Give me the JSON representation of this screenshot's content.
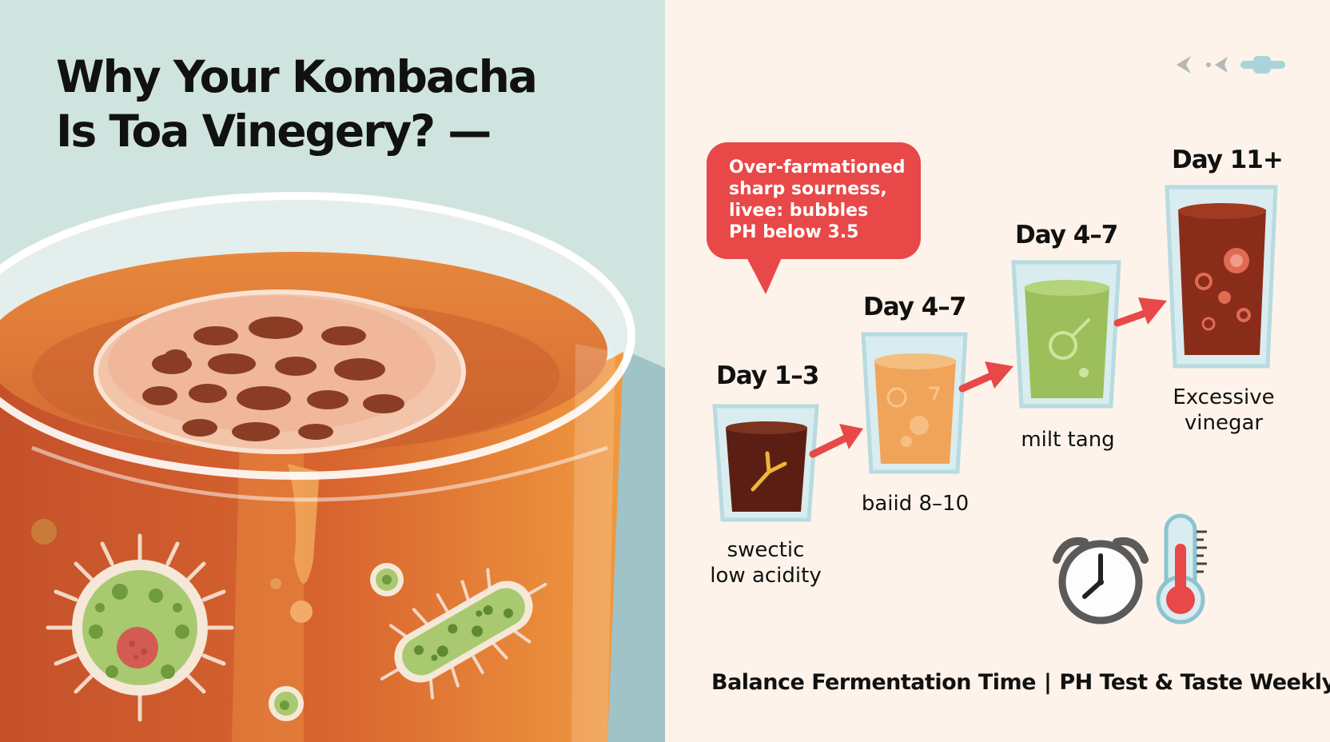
{
  "title": {
    "line1": "Why Your Kombacha",
    "line2": "Is Toa Vinegery? —"
  },
  "callout": {
    "text": "Over-farmationed\nsharp sourness,\nlivee: bubbles\nPH below 3.5"
  },
  "stages": [
    {
      "day": "Day 1–3",
      "note": "swectic\nlow acidity"
    },
    {
      "day": "Day 4–7",
      "note": "baiid 8–10"
    },
    {
      "day": "Day 4–7",
      "note": "milt tang"
    },
    {
      "day": "Day 11+",
      "note": "Excessive\nvinegar"
    }
  ],
  "footer": {
    "left": "Balance Fermentation Time",
    "separator": "|",
    "right": "PH Test & Taste Weekly"
  },
  "icons": [
    "back-arrow-icon",
    "back-arrow-icon",
    "slider-icon",
    "stopwatch-icon",
    "thermometer-icon",
    "bacteria-icon",
    "scoby-icon"
  ],
  "colors": {
    "left_bg": "#cfe4df",
    "right_bg": "#fdf3ea",
    "kombucha": "#d96a33",
    "callout": "#e84848",
    "arrow": "#e84848",
    "glass_rim": "#a9d4dc",
    "microbe_green": "#8fb55a"
  }
}
